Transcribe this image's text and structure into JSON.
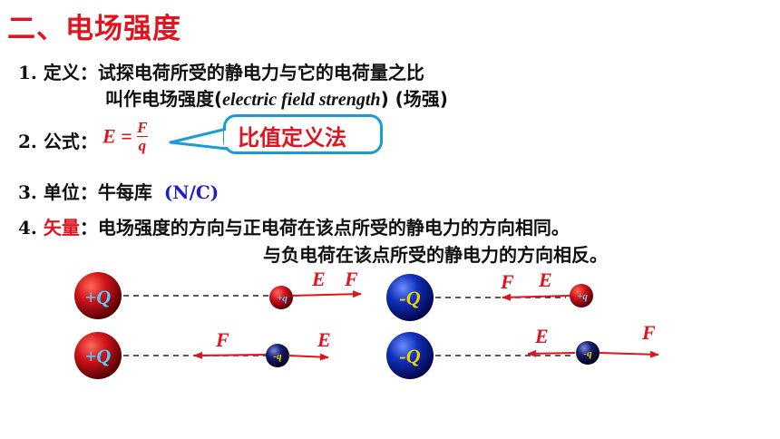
{
  "section_title": "二、电场强度",
  "item1": {
    "num": "1.",
    "label": "定义：",
    "text1": "试探电荷所受的静电力与它的电荷量之比",
    "text2_a": "叫作电场强度(",
    "text2_en": "electric field strength",
    "text2_b": ") (场强)"
  },
  "item2": {
    "num": "2.",
    "label": "公式：",
    "lhs": "E =",
    "numerator": "F",
    "denominator": "q",
    "callout": "比值定义法"
  },
  "item3": {
    "num": "3.",
    "label": "单位：",
    "unit_cn": "牛每库",
    "unit_sym": "(N/C)"
  },
  "item4": {
    "num": "4.",
    "label": "矢量",
    "colon": "：",
    "text1": "电场强度的方向与正电荷在该点所受的静电力的方向相同。",
    "text2": "与负电荷在该点所受的静电力的方向相反。"
  },
  "diagram": {
    "source_pos": "+Q",
    "source_neg": "-Q",
    "test_pos": "+q",
    "test_neg": "-q",
    "label_E": "E",
    "label_F": "F"
  }
}
